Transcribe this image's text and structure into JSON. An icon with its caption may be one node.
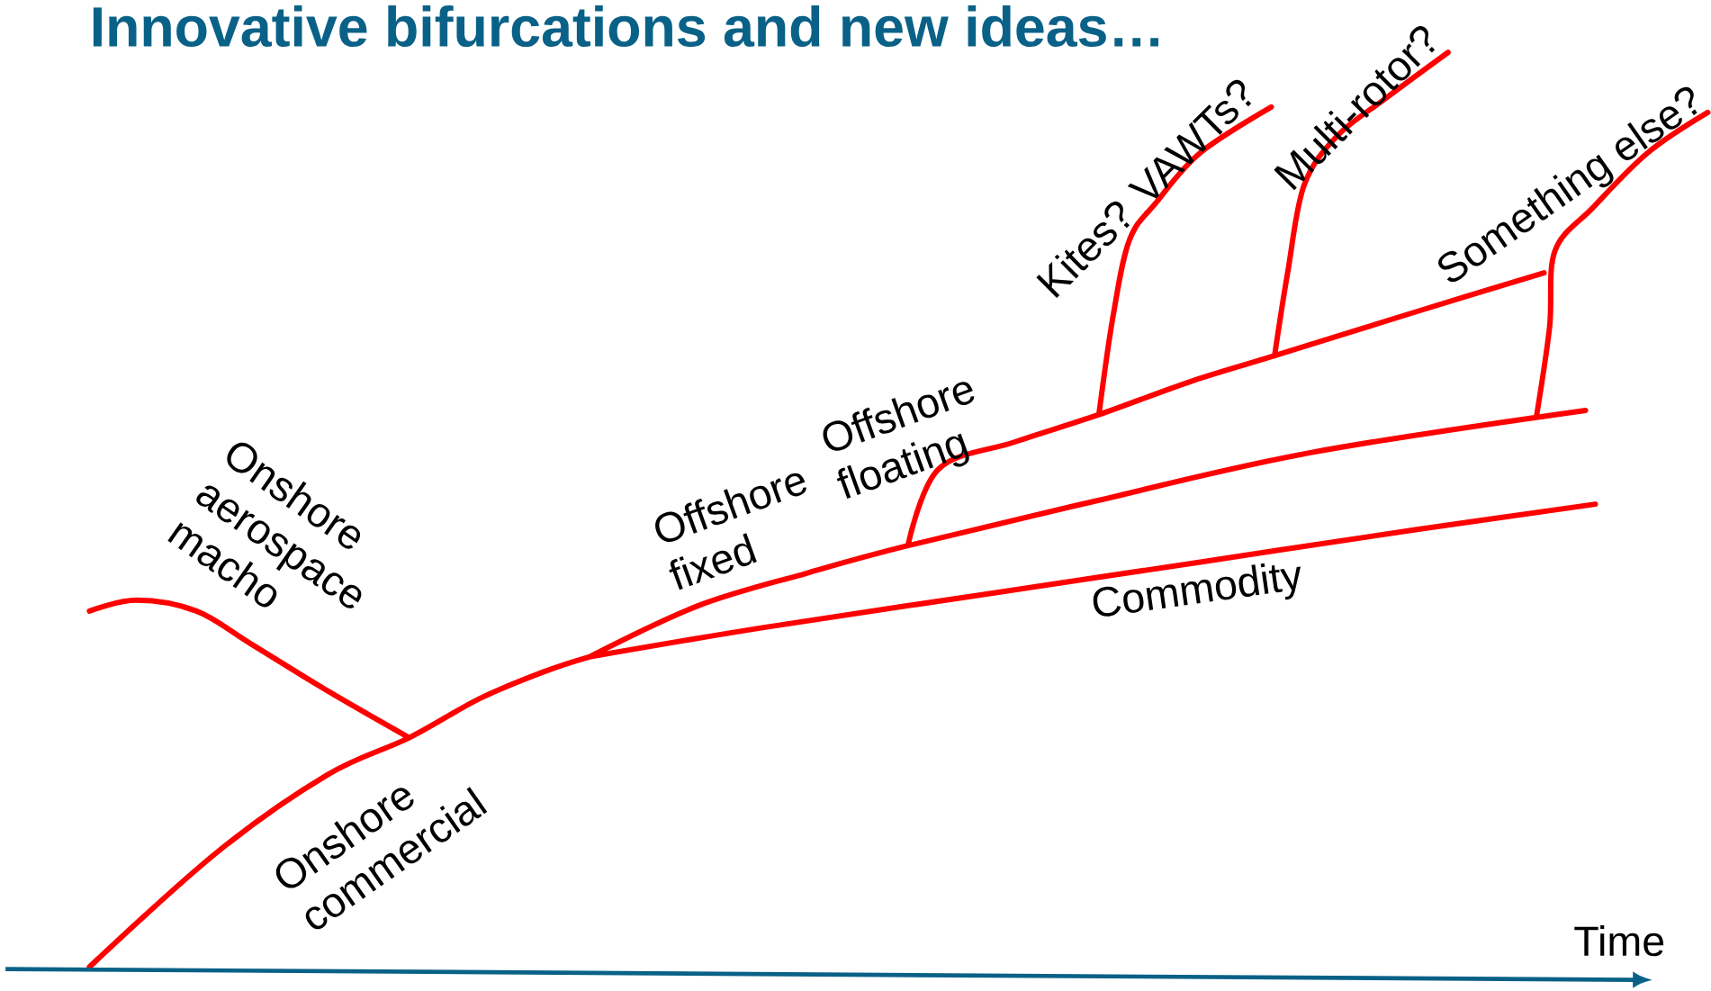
{
  "diagram": {
    "title": "Innovative bifurcations and new ideas…",
    "labels": [
      "Onshore aerospace macho",
      "Offshore fixed",
      "Offshore floating",
      "Kites? VAWTs?",
      "Multi-rotor?",
      "Something else?",
      "Commodity",
      "Onshore commercial",
      "Time"
    ]
  }
}
